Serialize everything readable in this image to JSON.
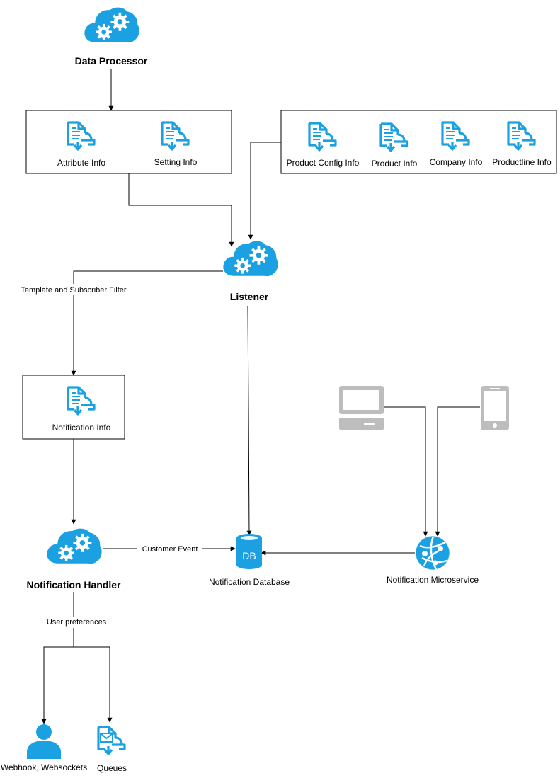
{
  "colors": {
    "accent": "#1BA1E2",
    "device_gray": "#BDBDBD",
    "line": "#000000"
  },
  "nodes": {
    "data_processor": {
      "label": "Data Processor",
      "icon": "cloud-gears-icon"
    },
    "listener": {
      "label": "Listener",
      "icon": "cloud-gears-icon"
    },
    "notification_handler": {
      "label": "Notification Handler",
      "icon": "cloud-gears-icon"
    },
    "attribute_info": {
      "label": "Attribute Info",
      "icon": "document-icon"
    },
    "setting_info": {
      "label": "Setting Info",
      "icon": "document-icon"
    },
    "product_config_info": {
      "label": "Product Config Info",
      "icon": "document-icon"
    },
    "product_info": {
      "label": "Product Info",
      "icon": "document-icon"
    },
    "company_info": {
      "label": "Company Info",
      "icon": "document-icon"
    },
    "productline_info": {
      "label": "Productline Info",
      "icon": "document-icon"
    },
    "notification_info": {
      "label": "Notification Info",
      "icon": "document-icon"
    },
    "notification_database": {
      "label": "Notification Database",
      "icon": "database-icon",
      "badge": "DB"
    },
    "notification_microservice": {
      "label": "Notification Microservice",
      "icon": "globe-network-icon"
    },
    "desktop": {
      "icon": "desktop-icon"
    },
    "mobile": {
      "icon": "mobile-phone-icon"
    },
    "webhook": {
      "label": "Webhook, Websockets",
      "icon": "user-icon"
    },
    "queues": {
      "label": "Queues",
      "icon": "mail-document-icon"
    }
  },
  "edges": {
    "template_filter": "Template and Subscriber Filter",
    "customer_event": "Customer Event",
    "user_preferences": "User preferences"
  }
}
